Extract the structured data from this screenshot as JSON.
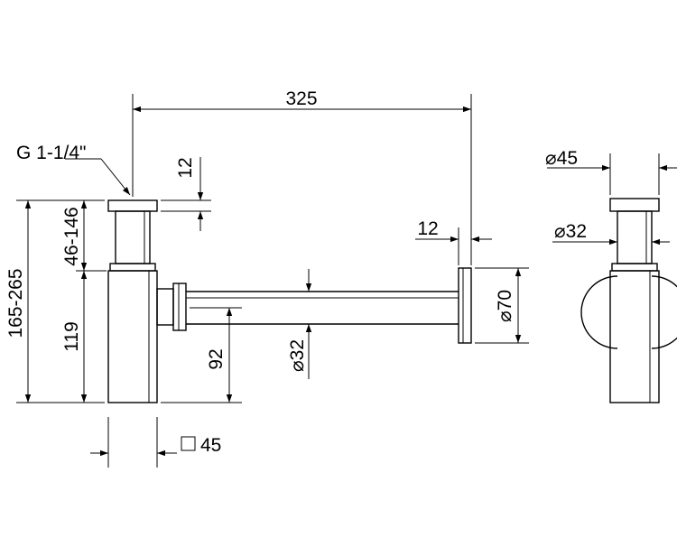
{
  "diagram": {
    "labels": {
      "thread": "G 1-1/4\"",
      "overall_length": "325",
      "top_cap_height": "12",
      "height_range": "165-265",
      "adjust_range": "46-146",
      "body_height": "119",
      "outlet_height": "92",
      "pipe_diameter": "32",
      "wall_flange_thickness": "12",
      "flange_diameter": "70",
      "base_square": "45",
      "side_diameter_top": "45",
      "side_diameter_pipe": "32"
    },
    "symbols": {
      "diameter": "⌀",
      "square": "□"
    }
  }
}
